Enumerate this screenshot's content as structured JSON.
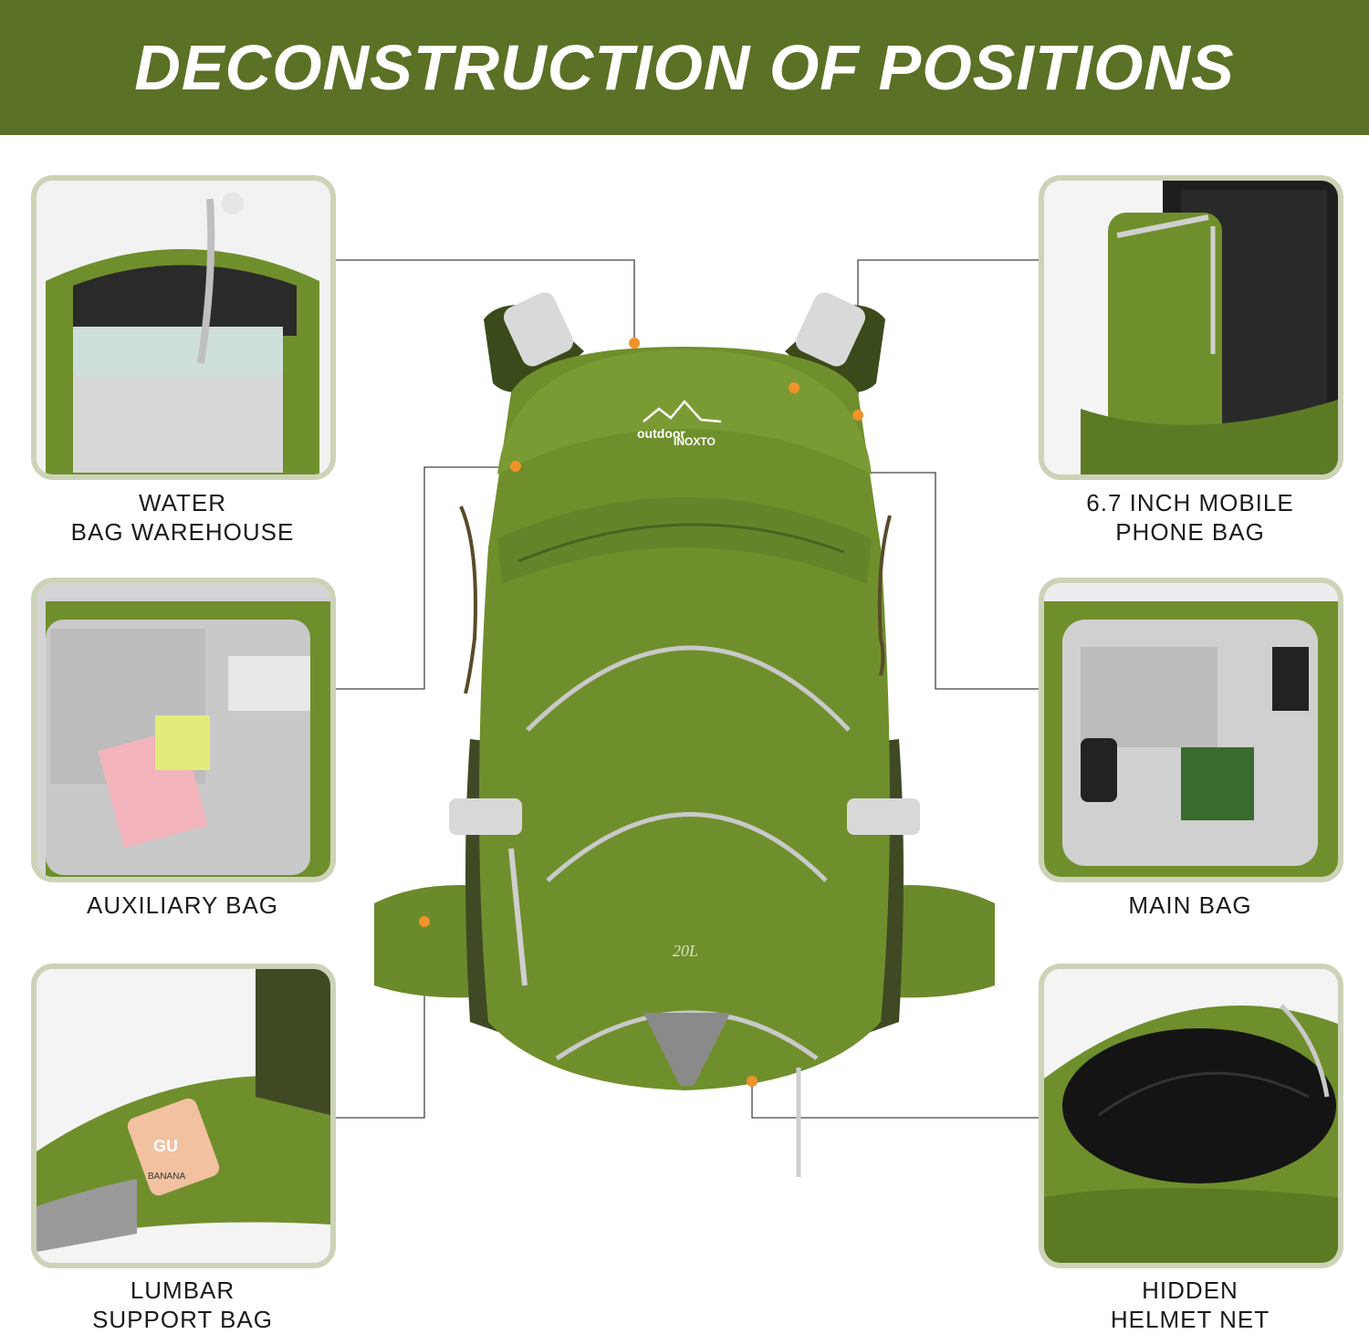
{
  "header": {
    "title": "DECONSTRUCTION OF POSITIONS"
  },
  "colors": {
    "banner": "#5b7125",
    "pack_green": "#6f8f2c",
    "dot": "#f0932b",
    "panel_border": "#cdd3b8"
  },
  "backpack": {
    "brand_line1": "outdoor",
    "brand_line2": "INOXTO",
    "capacity": "20L"
  },
  "features": {
    "water_bag": {
      "line1": "WATER",
      "line2": "BAG WAREHOUSE"
    },
    "auxiliary_bag": {
      "line1": "AUXILIARY BAG"
    },
    "lumbar_bag": {
      "line1": "LUMBAR",
      "line2": "SUPPORT BAG"
    },
    "phone_bag": {
      "line1": "6.7 INCH MOBILE",
      "line2": "PHONE BAG"
    },
    "main_bag": {
      "line1": "MAIN BAG"
    },
    "helmet_net": {
      "line1": "HIDDEN",
      "line2": "HELMET NET"
    }
  },
  "package_labels": {
    "gu_pack": "GU",
    "gu_flavor": "BANANA"
  }
}
